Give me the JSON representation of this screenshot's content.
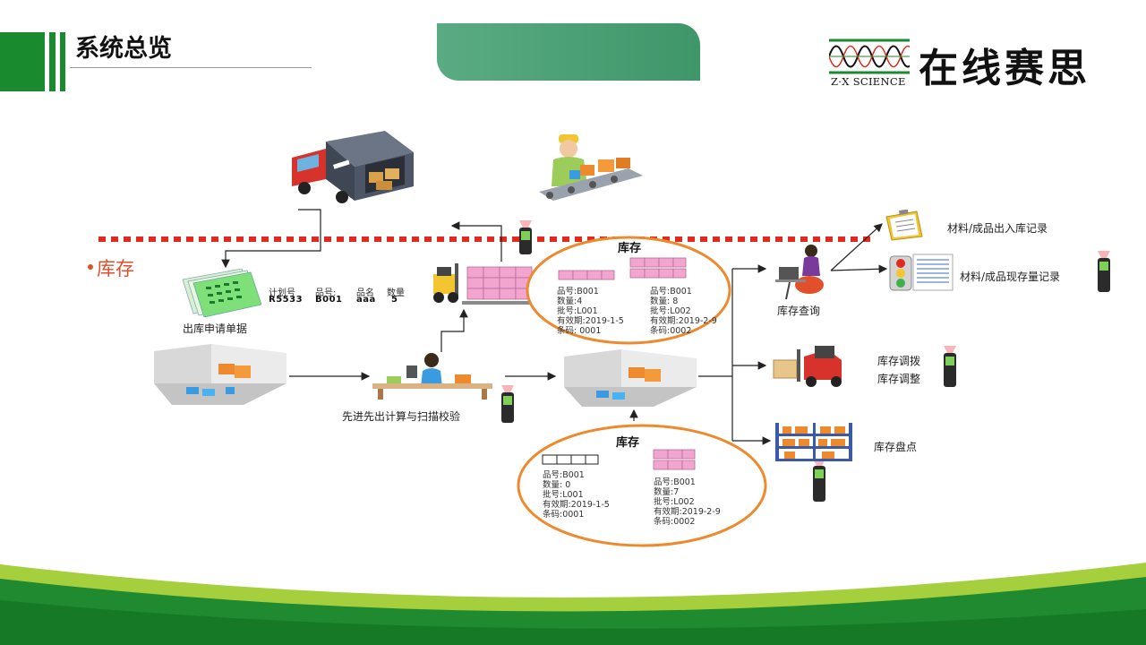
{
  "header": {
    "title": "系统总览",
    "logo_cn": "在线赛思",
    "logo_en": "Z·X SCIENCE"
  },
  "section": {
    "label": "库存"
  },
  "document": {
    "caption": "出库申请单据",
    "columns": [
      "计划号",
      "品号:",
      "品名",
      "数量"
    ],
    "values": [
      "R5533",
      "B001",
      "aaa",
      "5"
    ]
  },
  "process": {
    "fifo_label": "先进先出计算与扫描校验",
    "query_label": "库存查询"
  },
  "inventory_top": {
    "title": "库存",
    "left": [
      "品号:B001",
      "数量:4",
      "批号:L001",
      "有效期:2019-1-5",
      "条码: 0001"
    ],
    "right": [
      "品号:B001",
      "数量: 8",
      "批号:L002",
      "有效期:2019-2-9",
      "条码:0002"
    ]
  },
  "inventory_bottom": {
    "title": "库存",
    "left": [
      "品号:B001",
      "数量: 0",
      "批号:L001",
      "有效期:2019-1-5",
      "条码:0001"
    ],
    "right": [
      "品号:B001",
      "数量:7",
      "批号:L002",
      "有效期:2019-2-9",
      "条码:0002"
    ]
  },
  "outputs": {
    "record_in_out": "材料/成品出入库记录",
    "record_stock": "材料/成品现存量记录",
    "transfer": "库存调拨",
    "adjust": "库存调整",
    "count": "库存盘点"
  },
  "colors": {
    "brand_green": "#1a8a2e",
    "accent_orange": "#ee8a2e",
    "dotted_red": "#e02a1f",
    "box_pink": "#f2a6cf",
    "section_red": "#e2502b"
  }
}
